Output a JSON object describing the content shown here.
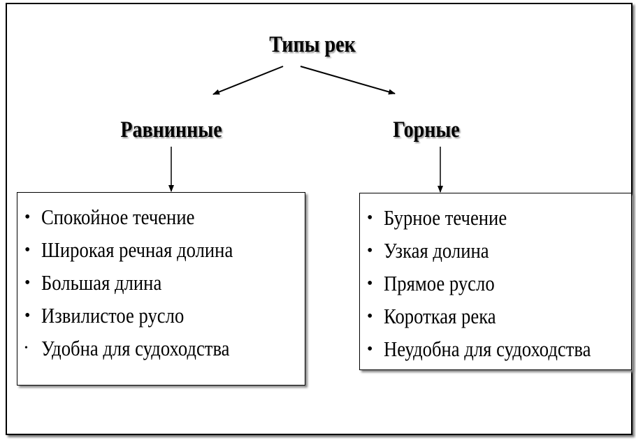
{
  "title": "Типы рек",
  "left": {
    "heading": "Равнинные",
    "items": [
      "Спокойное течение",
      "Широкая речная долина",
      "Большая длина",
      "Извилистое русло",
      "Удобна для судоходства"
    ]
  },
  "right": {
    "heading": "Горные",
    "items": [
      "Бурное течение",
      "Узкая долина",
      "Прямое русло",
      "Короткая река",
      "Неудобна для судоходства"
    ]
  },
  "bullet": "•"
}
